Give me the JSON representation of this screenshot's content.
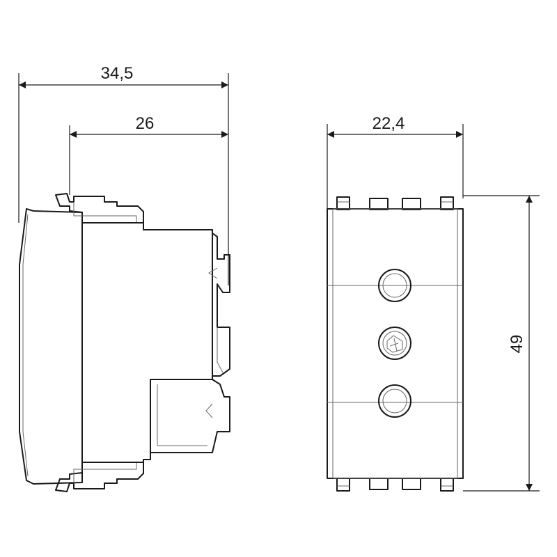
{
  "dimensions": {
    "side_total_depth": "34,5",
    "side_body_depth": "26",
    "front_width": "22,4",
    "front_height": "49"
  }
}
